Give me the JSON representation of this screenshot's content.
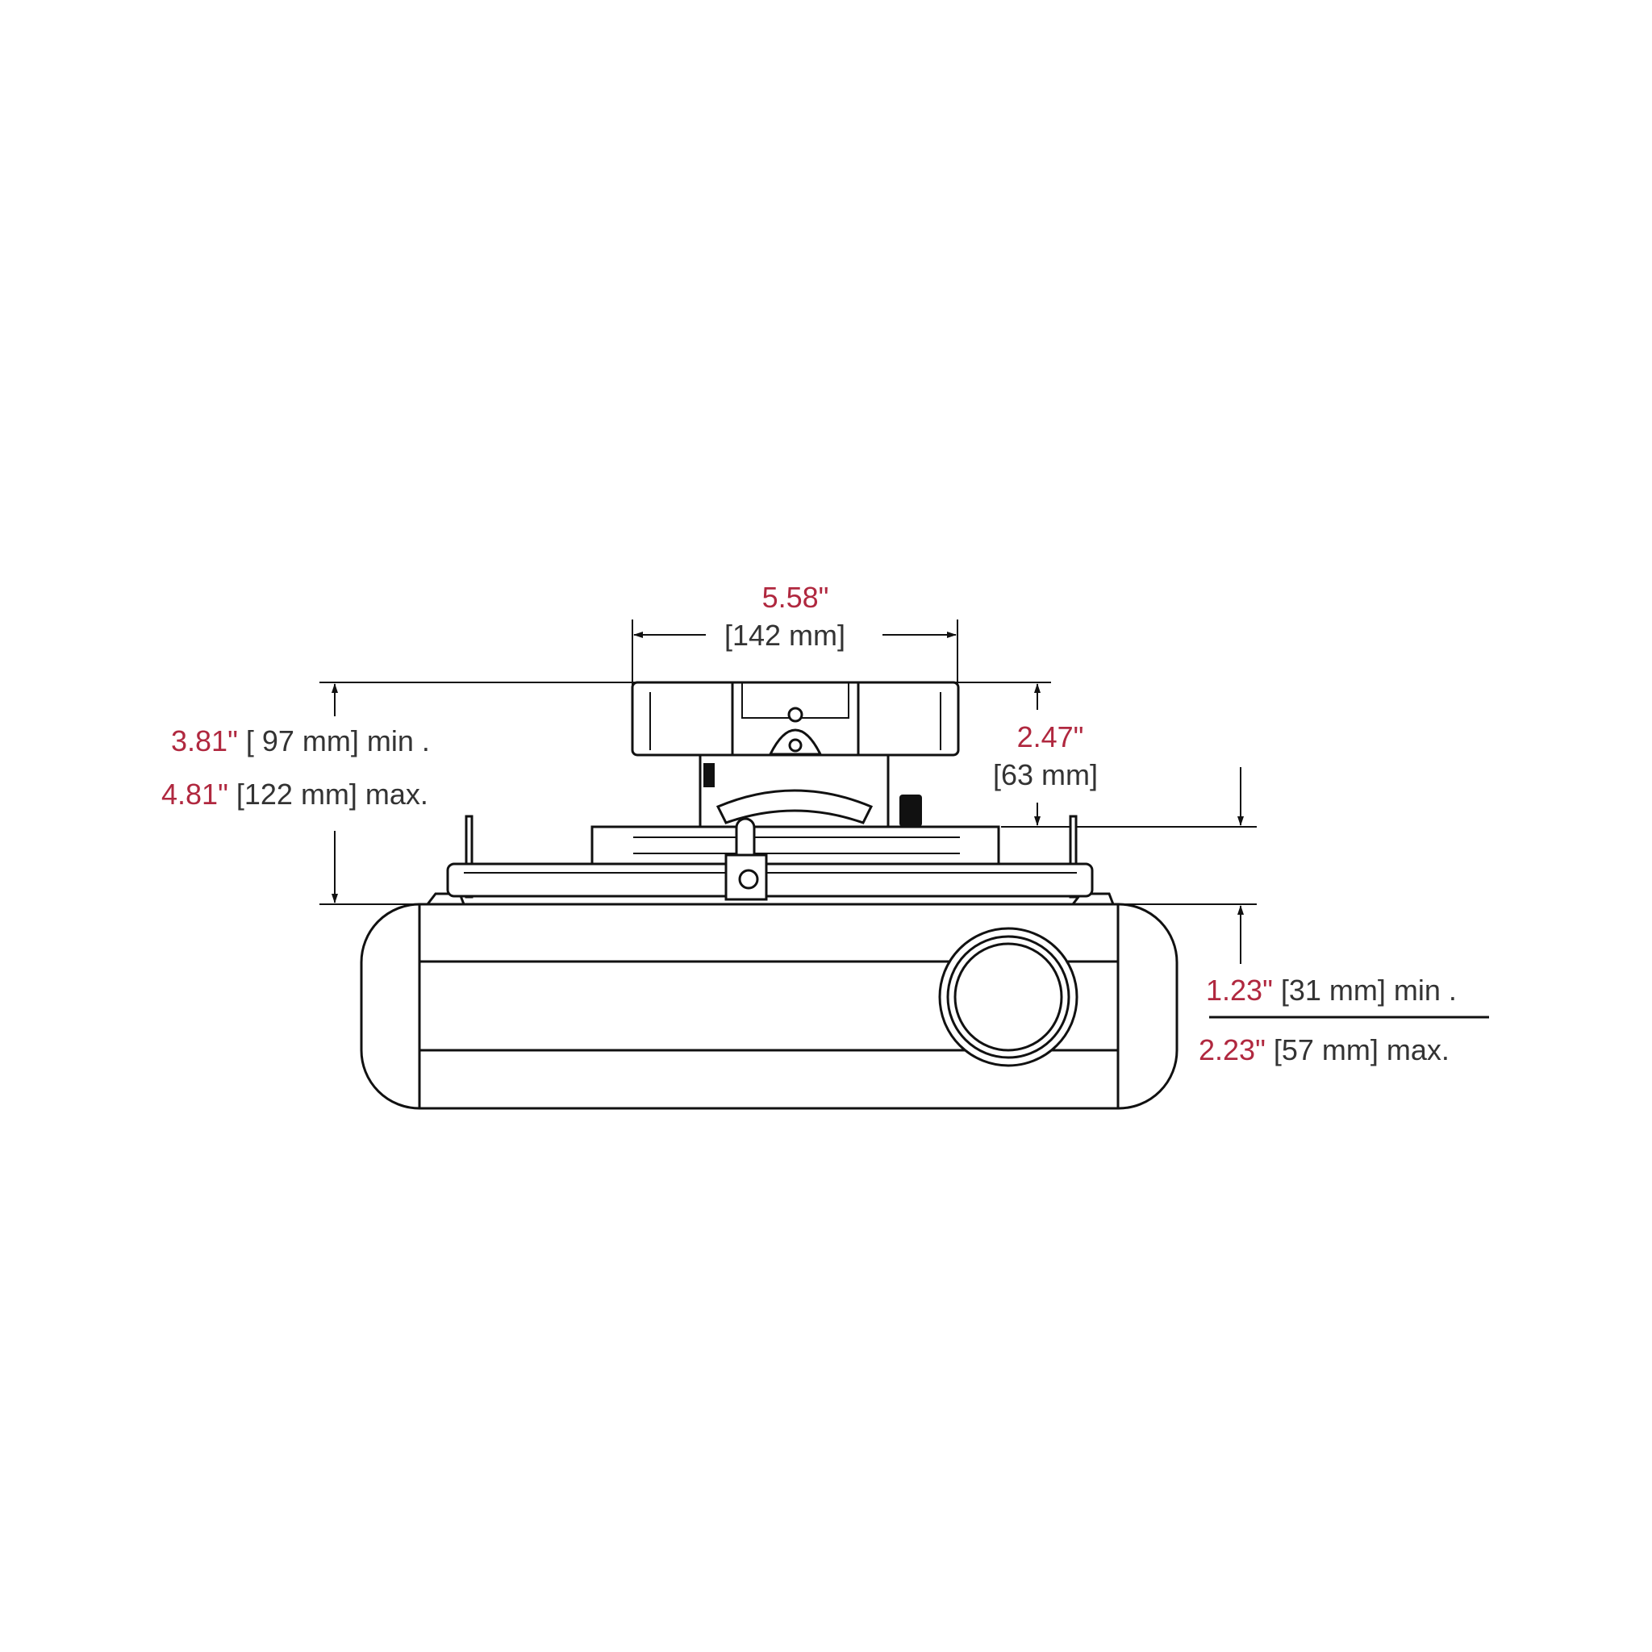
{
  "colors": {
    "imperial": "#b0283f",
    "metric": "#333333",
    "lines": "#111111"
  },
  "dimensions": {
    "width": {
      "imperial": "5.58\"",
      "metric": "[142 mm]"
    },
    "mount_height": {
      "min_imperial": "3.81\"",
      "min_metric": "[ 97 mm] min .",
      "max_imperial": "4.81\"",
      "max_metric": "[122 mm] max."
    },
    "head_height": {
      "imperial": "2.47\"",
      "metric": "[63 mm]"
    },
    "plate_offset": {
      "min_imperial": "1.23\"",
      "min_metric": "[31 mm] min .",
      "max_imperial": "2.23\"",
      "max_metric": "[57 mm] max."
    }
  }
}
